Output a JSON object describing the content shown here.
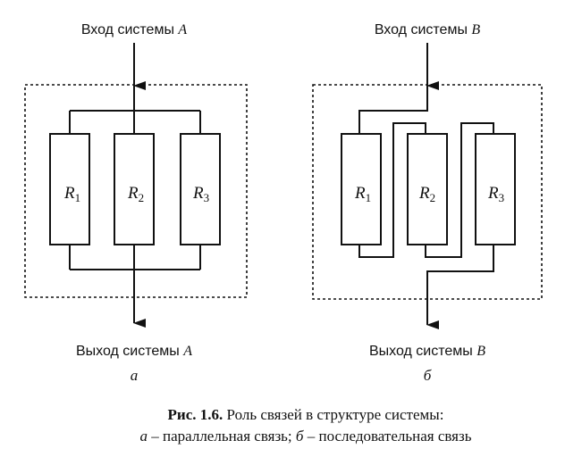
{
  "diagram_a": {
    "input_label": "Вход системы",
    "input_letter": "A",
    "output_label": "Выход системы",
    "output_letter": "A",
    "sublabel": "а",
    "elements": [
      {
        "letter": "R",
        "index": "1"
      },
      {
        "letter": "R",
        "index": "2"
      },
      {
        "letter": "R",
        "index": "3"
      }
    ]
  },
  "diagram_b": {
    "input_label": "Вход системы",
    "input_letter": "B",
    "output_label": "Выход системы",
    "output_letter": "B",
    "sublabel": "б",
    "elements": [
      {
        "letter": "R",
        "index": "1"
      },
      {
        "letter": "R",
        "index": "2"
      },
      {
        "letter": "R",
        "index": "3"
      }
    ]
  },
  "caption": {
    "prefix": "Рис. 1.6.",
    "title": "Роль связей в структуре системы:",
    "line2_a_letter": "а",
    "line2_a_text": "– параллельная связь;",
    "line2_b_letter": "б",
    "line2_b_text": "– последовательная связь"
  }
}
